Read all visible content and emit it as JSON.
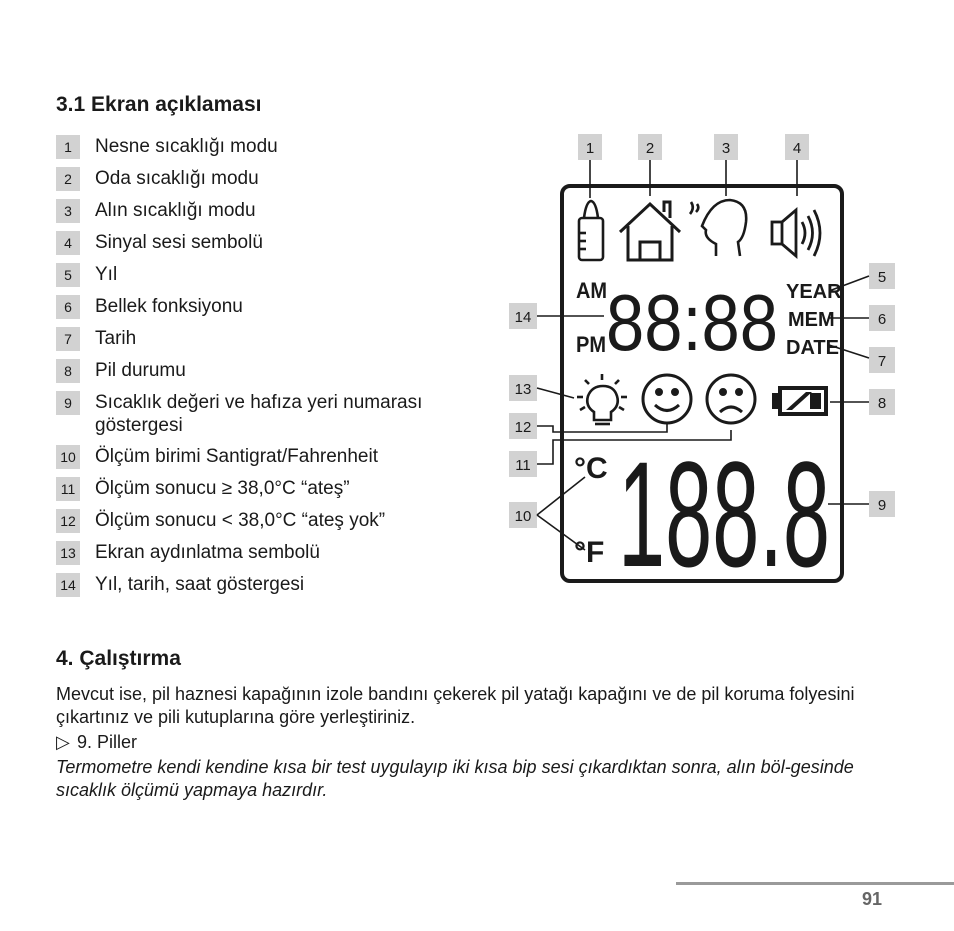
{
  "section_title": "3.1 Ekran açıklaması",
  "legend": [
    {
      "n": "1",
      "label": "Nesne sıcaklığı modu"
    },
    {
      "n": "2",
      "label": "Oda sıcaklığı modu"
    },
    {
      "n": "3",
      "label": "Alın sıcaklığı modu"
    },
    {
      "n": "4",
      "label": "Sinyal sesi sembolü"
    },
    {
      "n": "5",
      "label": "Yıl"
    },
    {
      "n": "6",
      "label": "Bellek fonksiyonu"
    },
    {
      "n": "7",
      "label": "Tarih"
    },
    {
      "n": "8",
      "label": "Pil durumu"
    },
    {
      "n": "9",
      "label": "Sıcaklık değeri ve hafıza yeri numarası göstergesi"
    },
    {
      "n": "10",
      "label": "Ölçüm birimi Santigrat/Fahrenheit"
    },
    {
      "n": "11",
      "label": "Ölçüm sonucu ≥ 38,0°C “ateş”"
    },
    {
      "n": "12",
      "label": "Ölçüm sonucu < 38,0°C “ateş yok”"
    },
    {
      "n": "13",
      "label": "Ekran aydınlatma sembolü"
    },
    {
      "n": "14",
      "label": "Yıl, tarih, saat göstergesi"
    }
  ],
  "lcd": {
    "am": "AM",
    "pm": "PM",
    "time": "88:88",
    "year": "YEAR",
    "mem": "MEM",
    "date": "DATE",
    "celsius": "°C",
    "fahrenheit": "°F",
    "temp": "188.8",
    "icons": [
      "bottle-icon",
      "house-icon",
      "head-icon",
      "speaker-icon",
      "bulb-icon",
      "smiley-icon",
      "sad-face-icon",
      "battery-icon"
    ]
  },
  "section4_title": "4. Çalıştırma",
  "section4_p1": "Mevcut ise, pil haznesi kapağının izole bandını çekerek pil yatağı kapağını ve de pil koruma folyesini çıkartınız ve pili kutuplarına göre yerleştiriniz.",
  "section4_ref_arrow": "▷",
  "section4_ref": "9. Piller",
  "section4_p2": "Termometre kendi kendine kısa bir test uygulayıp iki kısa bip sesi çıkardıktan sonra, alın böl-gesinde sıcaklık ölçümü yapmaya hazırdır.",
  "page_number": "91"
}
